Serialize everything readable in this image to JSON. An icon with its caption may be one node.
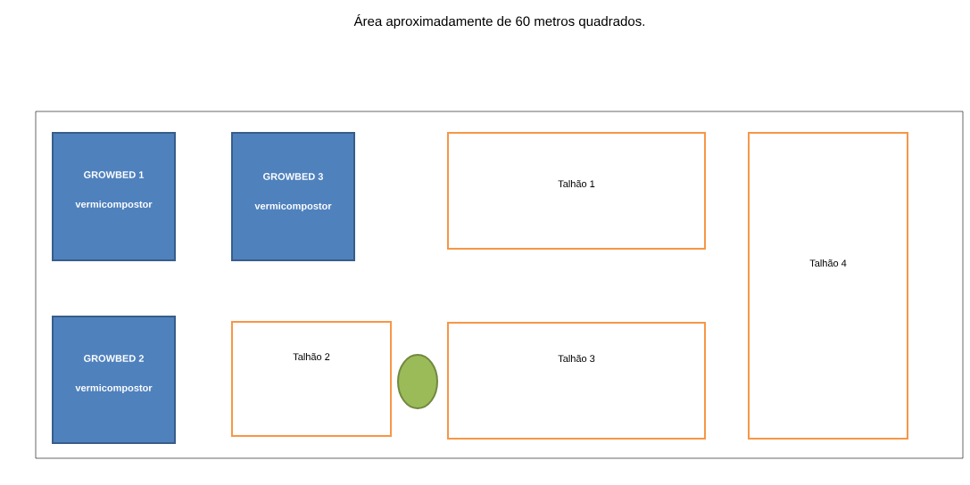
{
  "diagram": {
    "title": "Área aproximadamente de 60 metros quadrados.",
    "nodes": [
      {
        "text": [],
        "shape": "box"
      },
      {
        "text": [
          "GROWBED 1",
          "vermicompostor"
        ],
        "in": 0
      },
      {
        "text": [
          "GROWBED 3",
          "vermicompostor"
        ],
        "in": 0
      },
      {
        "text": [
          "Talhão 1"
        ],
        "in": 0
      },
      {
        "text": [
          "Talhão 4"
        ],
        "in": 0
      },
      {
        "text": [
          "GROWBED 2",
          "vermicompostor"
        ],
        "in": 0
      },
      {
        "text": [
          "Talhão 2"
        ],
        "in": 0
      },
      {
        "text": [],
        "shape": "circle",
        "in": 0
      },
      {
        "text": [
          "Talhão 3"
        ],
        "in": 0
      }
    ],
    "edges": []
  }
}
